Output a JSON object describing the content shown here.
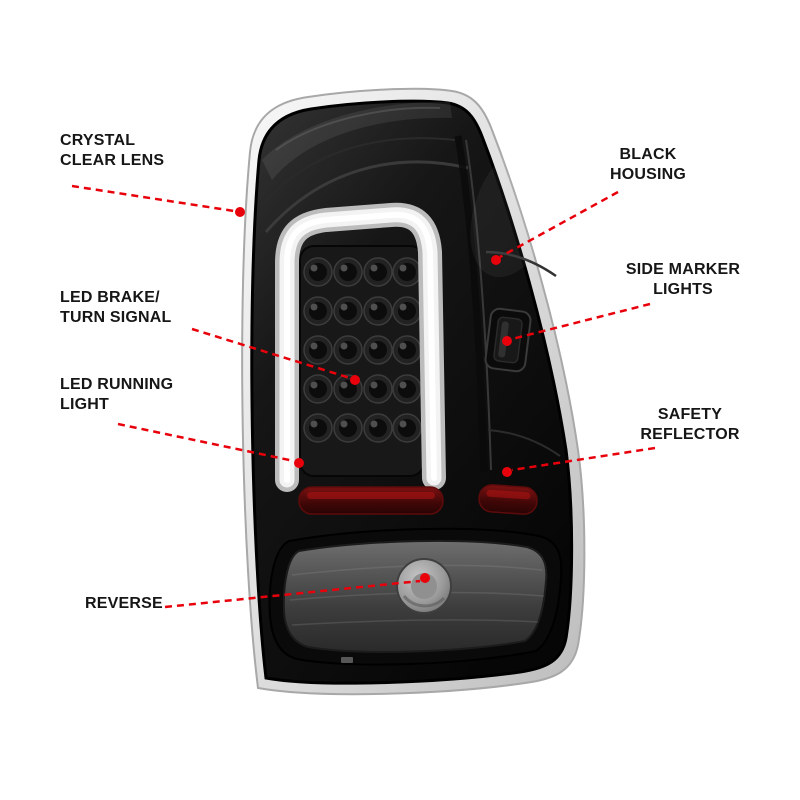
{
  "style": {
    "background": "#ffffff",
    "callout_line_color": "#e8000b",
    "callout_dot_color": "#e8000b",
    "label_text_color": "#161616",
    "housing_color": "#0d0d0d",
    "chrome_rim_color": "#d9d9d9",
    "light_bar_color": "#f3f3f3",
    "reflector_color": "#5a0d0d"
  },
  "figure": {
    "description": "Black housing LED tail light with clear lens, shown at angle with annotated features"
  },
  "callouts": {
    "crystal_clear_lens": {
      "label": "CRYSTAL CLEAR LENS"
    },
    "led_brake_turn_signal": {
      "label": "LED BRAKE/ TURN SIGNAL"
    },
    "led_running_light": {
      "label": "LED RUNNING LIGHT"
    },
    "reverse": {
      "label": "REVERSE"
    },
    "black_housing": {
      "label": "BLACK HOUSING"
    },
    "side_marker_lights": {
      "label": "SIDE MARKER LIGHTS"
    },
    "safety_reflector": {
      "label": "SAFETY REFLECTOR"
    }
  }
}
